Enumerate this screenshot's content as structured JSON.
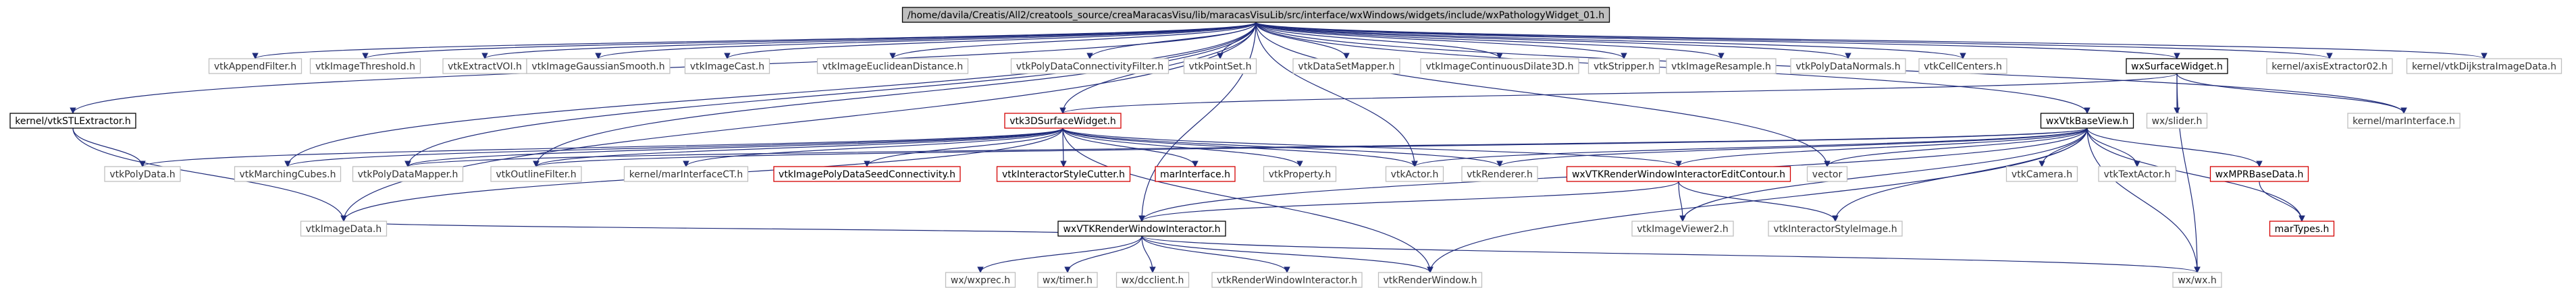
{
  "graph": {
    "colors": {
      "edge": "#1f2b7a",
      "label": "#000000",
      "label_external": "#333333",
      "border_plain": "#bfbfbf",
      "border_missing": "#d40000",
      "border_root": "#000000",
      "fill_root": "#bfbfbf",
      "background": "#ffffff"
    },
    "nodes": {
      "root": "/home/davila/Creatis/All2/creatools_source/creaMaracasVisu/lib/maracasVisuLib/src/interface/wxWindows/widgets/include/wxPathologyWidget_01.h",
      "vtkAppendFilter": "vtkAppendFilter.h",
      "vtkImageThreshold": "vtkImageThreshold.h",
      "vtkExtractVOI": "vtkExtractVOI.h",
      "vtkImageGaussianSmooth": "vtkImageGaussianSmooth.h",
      "vtkImageCast": "vtkImageCast.h",
      "vtkImageEuclideanDistance": "vtkImageEuclideanDistance.h",
      "vtkPolyDataConnectivityFilter": "vtkPolyDataConnectivityFilter.h",
      "vtkPointSet": "vtkPointSet.h",
      "vtkDataSetMapper": "vtkDataSetMapper.h",
      "vtkImageContinuousDilate3D": "vtkImageContinuousDilate3D.h",
      "vtkStripper": "vtkStripper.h",
      "vtkImageResample": "vtkImageResample.h",
      "vtkPolyDataNormals": "vtkPolyDataNormals.h",
      "vtkCellCenters": "vtkCellCenters.h",
      "wxSurfaceWidget": "wxSurfaceWidget.h",
      "axisExtractor02": "kernel/axisExtractor02.h",
      "vtkDijkstraImageData": "kernel/vtkDijkstraImageData.h",
      "vtkSTLExtractor": "kernel/vtkSTLExtractor.h",
      "vtk3DSurfaceWidget": "vtk3DSurfaceWidget.h",
      "wxslider": "wx/slider.h",
      "wxVtkBaseView": "wxVtkBaseView.h",
      "marInterface": "kernel/marInterface.h",
      "vtkPolyData": "vtkPolyData.h",
      "vtkMarchingCubes": "vtkMarchingCubes.h",
      "vtkPolyDataMapper": "vtkPolyDataMapper.h",
      "vtkOutlineFilter": "vtkOutlineFilter.h",
      "marInterfaceCT": "kernel/marInterfaceCT.h",
      "vtkImagePolyDataSeedConnectivity": "vtkImagePolyDataSeedConnectivity.h",
      "vtkInteractorStyleCutter": "vtkInteractorStyleCutter.h",
      "marInterfaceH": "marInterface.h",
      "vtkProperty": "vtkProperty.h",
      "vtkActor": "vtkActor.h",
      "vtkRenderer": "vtkRenderer.h",
      "wxVTKRenderWindowInteractorEditContour": "wxVTKRenderWindowInteractorEditContour.h",
      "vector": "vector",
      "vtkCamera": "vtkCamera.h",
      "vtkTextActor": "vtkTextActor.h",
      "wxMPRBaseData": "wxMPRBaseData.h",
      "vtkImageData": "vtkImageData.h",
      "wxVTKRenderWindowInteractor": "wxVTKRenderWindowInteractor.h",
      "vtkImageViewer2": "vtkImageViewer2.h",
      "vtkInteractorStyleImage": "vtkInteractorStyleImage.h",
      "marTypes": "marTypes.h",
      "wxwxprec": "wx/wxprec.h",
      "wxtimer": "wx/timer.h",
      "wxdcclient": "wx/dcclient.h",
      "vtkRenderWindowInteractor": "vtkRenderWindowInteractor.h",
      "vtkRenderWindow": "vtkRenderWindow.h",
      "wxwx": "wx/wx.h"
    }
  }
}
